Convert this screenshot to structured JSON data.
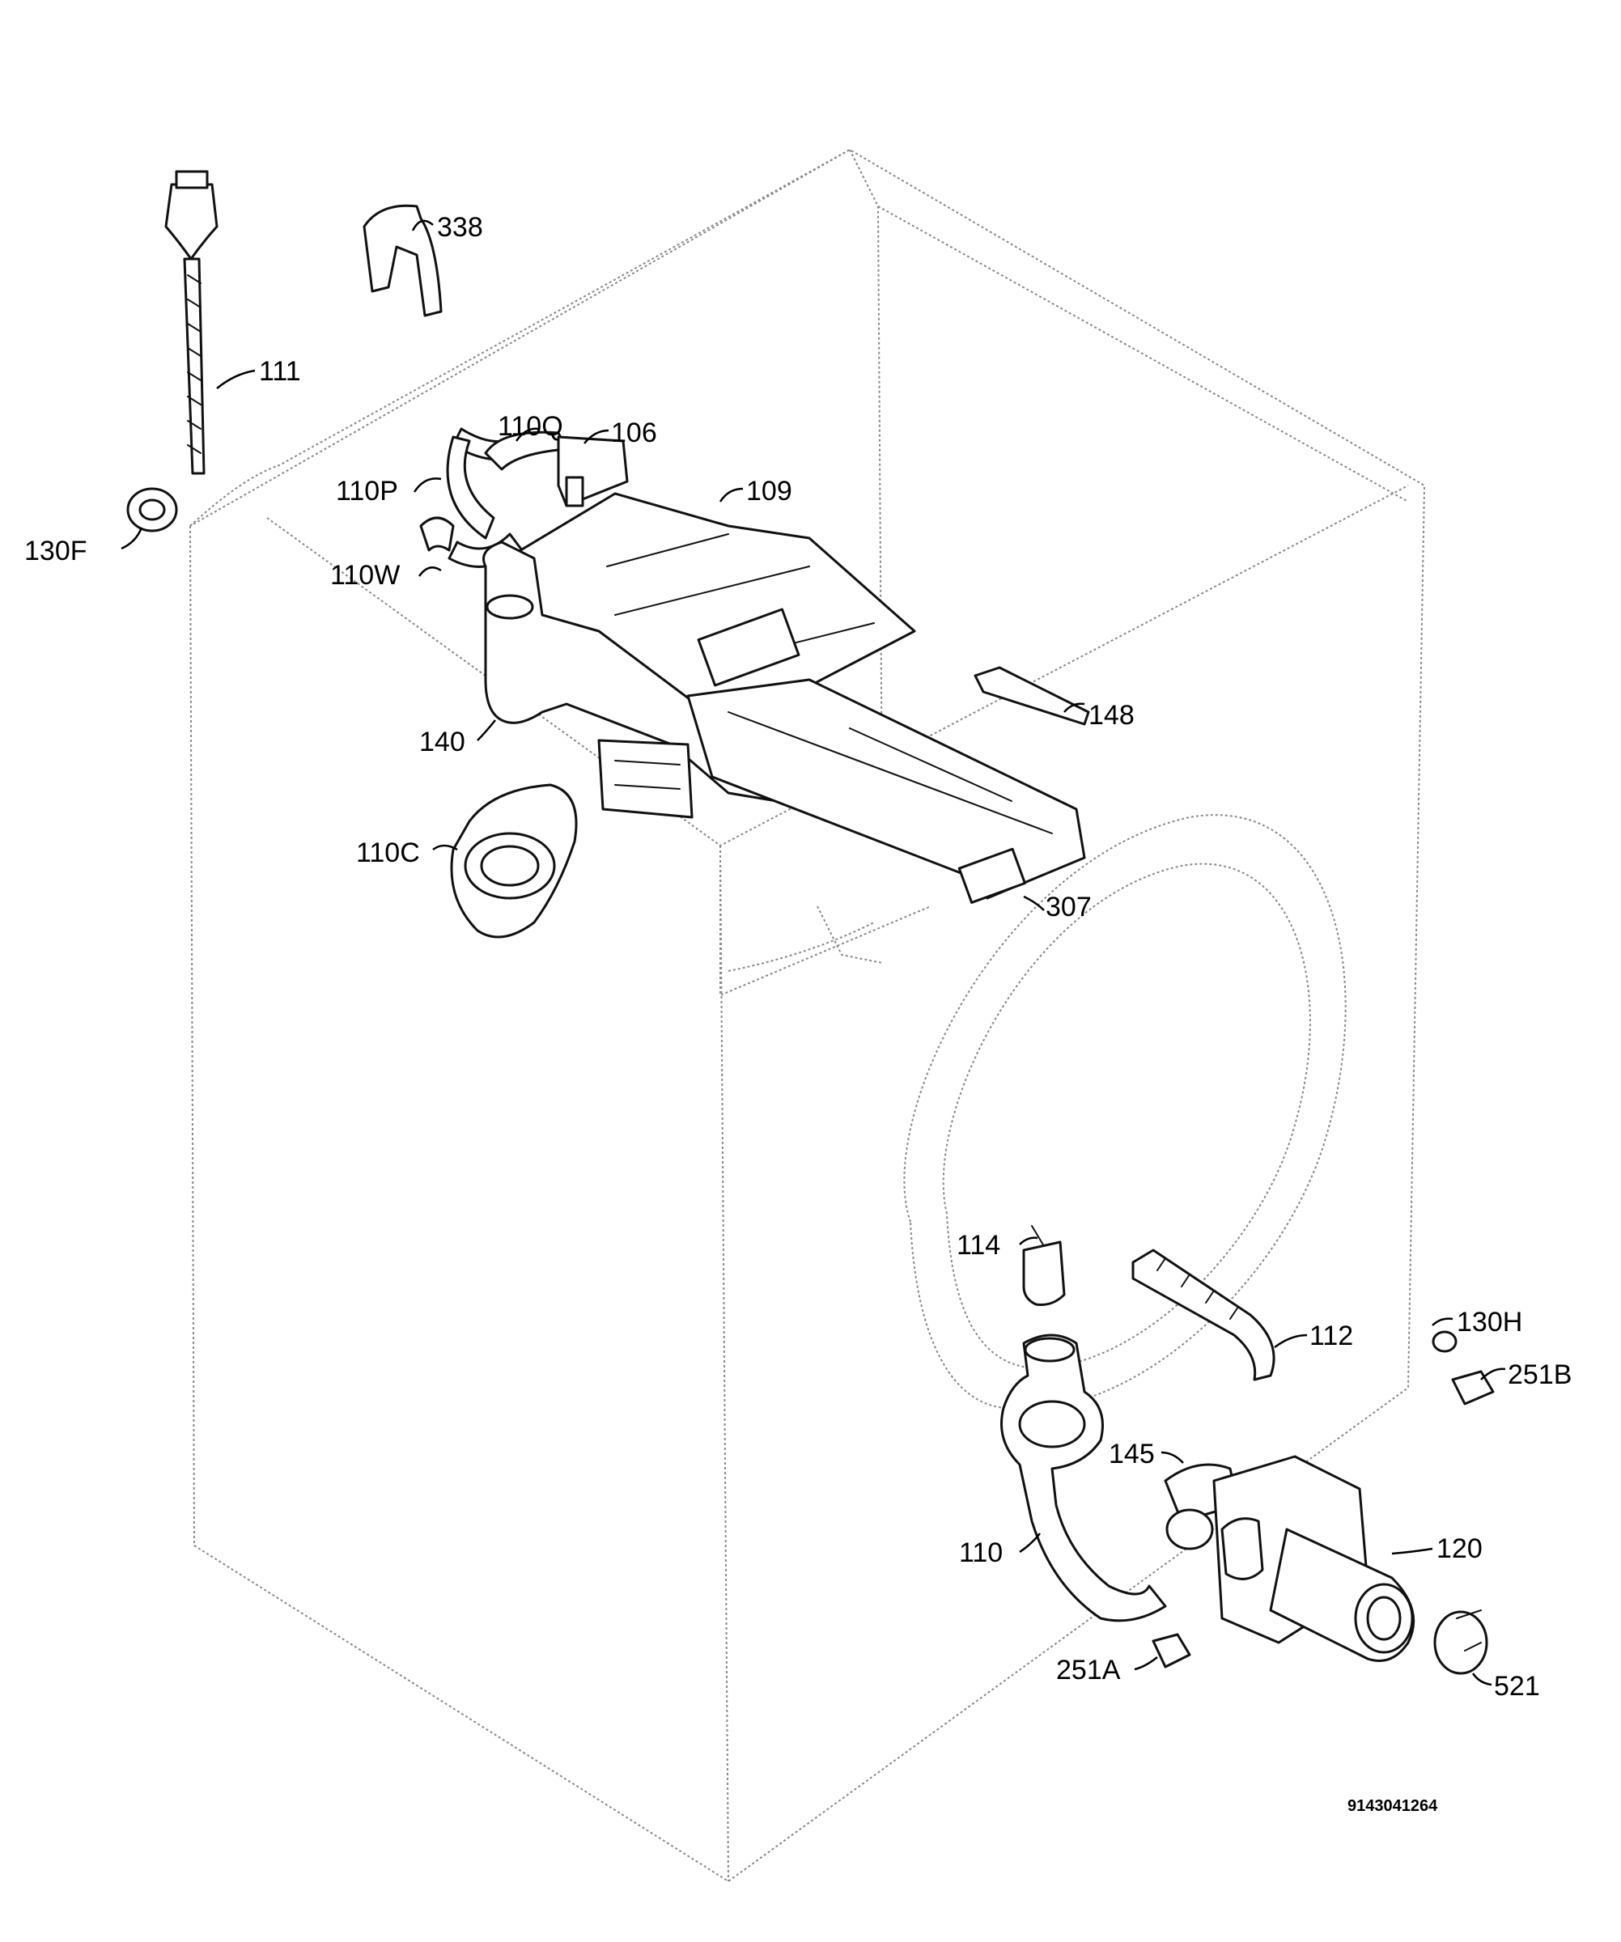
{
  "labels": {
    "p338": "338",
    "p111": "111",
    "p110Q": "110Q",
    "p106": "106",
    "p109": "109",
    "p110P": "110P",
    "p130F": "130F",
    "p110W": "110W",
    "p148": "148",
    "p140": "140",
    "p110C": "110C",
    "p307": "307",
    "p114": "114",
    "p112": "112",
    "p130H": "130H",
    "p251B": "251B",
    "p145": "145",
    "p120": "120",
    "p110": "110",
    "p251A": "251A",
    "p521": "521"
  },
  "diagram_code": "9143041264"
}
